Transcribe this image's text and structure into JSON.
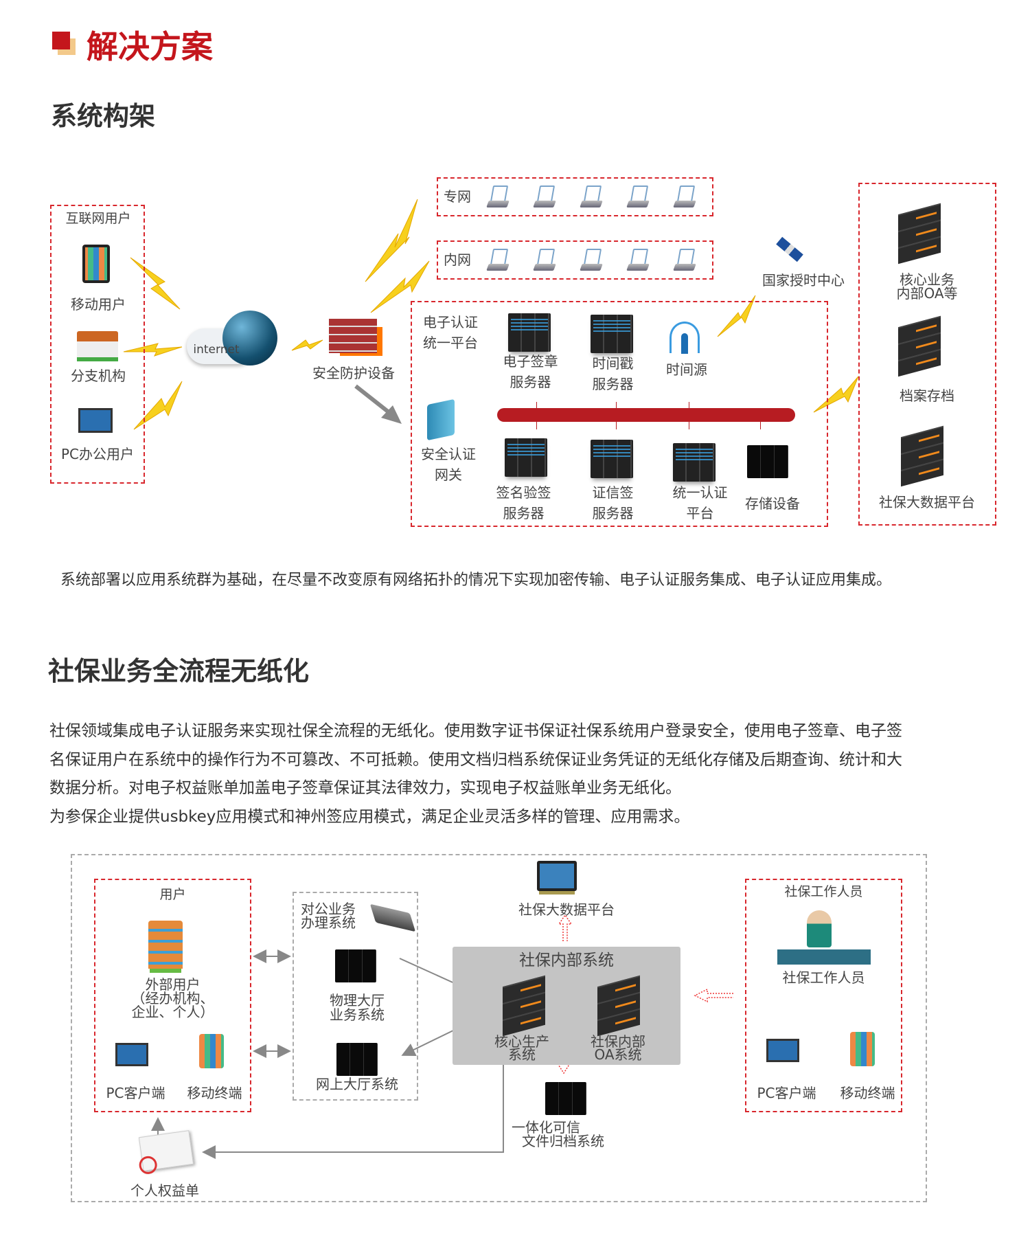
{
  "header": {
    "title": "解决方案",
    "accent": "#c4161c"
  },
  "section1": {
    "title": "系统构架",
    "internet_users": {
      "label": "互联网用户",
      "items": [
        "移动用户",
        "分支机构",
        "PC办公用户"
      ]
    },
    "internet_label": "internet",
    "firewall_label": "安全防护设备",
    "private_net": "专网",
    "intranet": "内网",
    "time_center": "国家授时中心",
    "platform": {
      "title_line1": "电子认证",
      "title_line2": "统一平台",
      "top": [
        [
          "电子签章",
          "服务器"
        ],
        [
          "时间戳",
          "服务器"
        ],
        [
          "时间源",
          ""
        ]
      ],
      "gateway": [
        "安全认证",
        "网关"
      ],
      "bottom": [
        [
          "签名验签",
          "服务器"
        ],
        [
          "证信签",
          "服务器"
        ],
        [
          "统一认证",
          "平台"
        ],
        [
          "存储设备",
          ""
        ]
      ]
    },
    "right": [
      [
        "核心业务",
        "内部OA等"
      ],
      [
        "档案存档",
        ""
      ],
      [
        "社保大数据平台",
        ""
      ]
    ],
    "caption": "系统部署以应用系统群为基础，在尽量不改变原有网络拓扑的情况下实现加密传输、电子认证服务集成、电子认证应用集成。"
  },
  "section2": {
    "title": "社保业务全流程无纸化",
    "paragraph": [
      "社保领域集成电子认证服务来实现社保全流程的无纸化。使用数字证书保证社保系统用户登录安全，使用电子签章、电子签",
      "名保证用户在系统中的操作行为不可篡改、不可抵赖。使用文档归档系统保证业务凭证的无纸化存储及后期查询、统计和大",
      "数据分析。对电子权益账单加盖电子签章保证其法律效力，实现电子权益账单业务无纸化。",
      "为参保企业提供usbkey应用模式和神州签应用模式，满足企业灵活多样的管理、应用需求。"
    ],
    "user_box": {
      "title": "用户",
      "external": [
        "外部用户",
        "（经办机构、",
        "企业、个人）"
      ],
      "pc": "PC客户端",
      "mobile": "移动终端"
    },
    "public_box": {
      "title": [
        "对公业务",
        "办理系统"
      ],
      "hall": [
        "物理大厅",
        "业务系统"
      ],
      "online": "网上大厅系统"
    },
    "bigdata": "社保大数据平台",
    "internal": {
      "title": "社保内部系统",
      "core": [
        "核心生产",
        "系统"
      ],
      "oa": [
        "社保内部",
        "OA系统"
      ]
    },
    "archive": [
      "一体化可信",
      "文件归档系统"
    ],
    "staff_box": {
      "title": "社保工作人员",
      "staff": "社保工作人员",
      "pc": "PC客户端",
      "mobile": "移动终端"
    },
    "bill": "个人权益单"
  }
}
